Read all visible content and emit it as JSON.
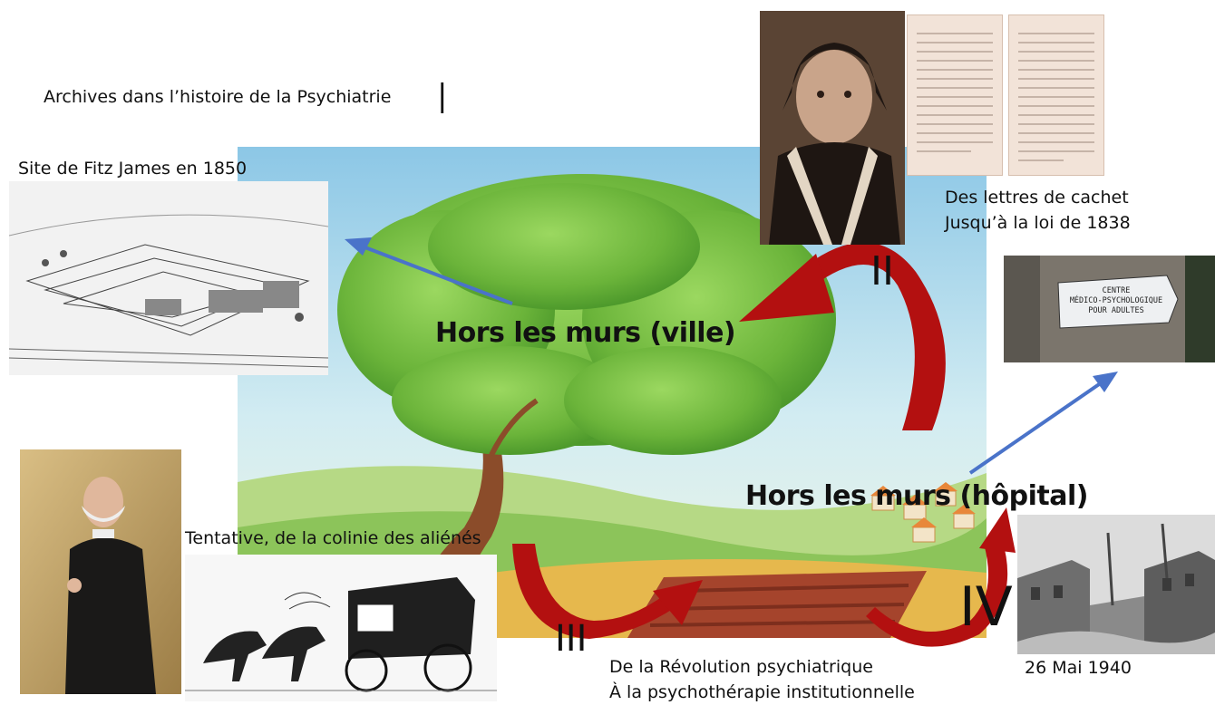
{
  "header": {
    "title": "Archives dans l’histoire de la Psychiatrie",
    "cursor": "|"
  },
  "labels": {
    "fitz_james": "Site de Fitz James en 1850",
    "cachet_line1": "Des lettres de cachet",
    "cachet_line2": "Jusqu’à la loi de 1838",
    "tentative": "Tentative, de la colinie des aliénés",
    "revolution_line1": "De la Révolution psychiatrique",
    "revolution_line2": "À la psychothérapie institutionnelle",
    "date_1940": "26 Mai 1940"
  },
  "tree": {
    "hors_ville": "Hors les murs (ville)",
    "hors_hopital": "Hors les murs (hôpital)"
  },
  "phases": {
    "p2": "II",
    "p3": "III",
    "p4": "IV"
  },
  "sign": {
    "line1": "CENTRE",
    "line2": "MÉDICO-PSYCHOLOGIQUE",
    "line3": "POUR ADULTES"
  },
  "colors": {
    "red_arrow": "#b31010",
    "blue_arrow": "#4a73c9",
    "sky_top": "#8cc7e6",
    "tree_green": "#6bb43a"
  }
}
